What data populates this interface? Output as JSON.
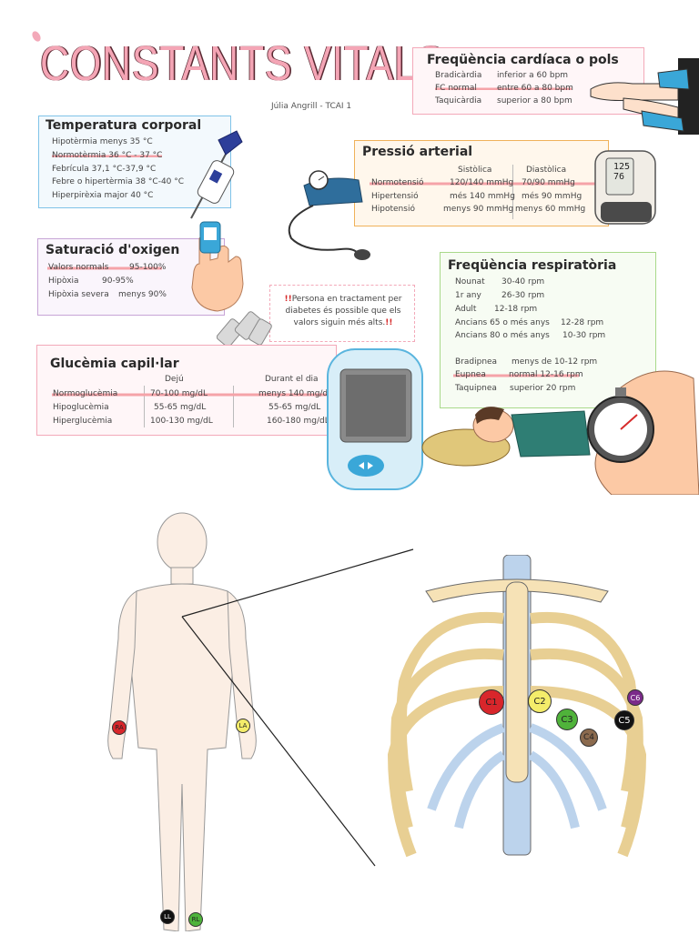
{
  "header": {
    "title": "CONSTANTS VITALS",
    "author": "Júlia Angrill - TCAI 1"
  },
  "colors": {
    "title_pink": "#f4a5b5",
    "highlight": "#f5a3a8",
    "blue_border": "#7fc3e8",
    "pink_border": "#f3a9b9",
    "orange_border": "#f0b25a",
    "green_border": "#a9d98a"
  },
  "heart_rate": {
    "title": "Freqüència cardíaca o pols",
    "rows": [
      {
        "label": "Bradicàrdia",
        "value": "inferior a 60 bpm"
      },
      {
        "label": "FC normal",
        "value": "entre 60 a 80 bpm"
      },
      {
        "label": "Taquicàrdia",
        "value": "superior a 80 bpm"
      }
    ]
  },
  "temperature": {
    "title": "Temperatura corporal",
    "rows": [
      "Hipotèrmia     menys 35 °C",
      "Normotèrmia   36 °C - 37 °C",
      "Febrícula   37,1 °C-37,9 °C",
      "Febre o hipertèrmia   38 °C-40 °C",
      "Hiperpirèxia    major 40 °C"
    ]
  },
  "blood_pressure": {
    "title": "Pressió arterial",
    "col_systolic": "Sistòlica",
    "col_diastolic": "Diastòlica",
    "rows": [
      {
        "label": "Normotensió",
        "sys": "120/140 mmHg",
        "dia": "70/90 mmHg"
      },
      {
        "label": "Hipertensió",
        "sys": "més 140 mmHg",
        "dia": "més 90 mmHg"
      },
      {
        "label": "Hipotensió",
        "sys": "menys 90 mmHg",
        "dia": "menys 60 mmHg"
      }
    ],
    "monitor_top": "125",
    "monitor_bottom": "76"
  },
  "oxygen": {
    "title": "Saturació d'oxigen",
    "rows": [
      {
        "label": "Valors normals",
        "value": "95-100%"
      },
      {
        "label": "Hipòxia",
        "value": "90-95%"
      },
      {
        "label": "Hipòxia severa",
        "value": "menys 90%"
      }
    ]
  },
  "diabetes_note": {
    "excl": "!!",
    "text": "Persona en tractament per diabetes és possible que els valors siguin més alts."
  },
  "glucose": {
    "title": "Glucèmia capil·lar",
    "col_fasting": "Dejú",
    "col_day": "Durant el dia",
    "rows": [
      {
        "label": "Normoglucèmia",
        "fasting": "70-100 mg/dL",
        "day": "menys 140 mg/dL"
      },
      {
        "label": "Hipoglucèmia",
        "fasting": "55-65 mg/dL",
        "day": "55-65 mg/dL"
      },
      {
        "label": "Hiperglucèmia",
        "fasting": "100-130 mg/dL",
        "day": "160-180 mg/dL"
      }
    ]
  },
  "respiratory": {
    "title": "Freqüència respiratòria",
    "ages": [
      {
        "label": "Nounat",
        "value": "30-40 rpm"
      },
      {
        "label": "1r any",
        "value": "26-30 rpm"
      },
      {
        "label": "Adult",
        "value": "12-18 rpm"
      },
      {
        "label": "Ancians 65 o més anys",
        "value": "12-28 rpm"
      },
      {
        "label": "Ancians 80 o més anys",
        "value": "10-30 rpm"
      }
    ],
    "types": [
      {
        "label": "Bradipnea",
        "value": "menys de 10-12 rpm"
      },
      {
        "label": "Eupnea",
        "value": "normal 12-16 rpm"
      },
      {
        "label": "Taquipnea",
        "value": "superior 20 rpm"
      }
    ]
  },
  "ecg": {
    "limb_leads": [
      {
        "label": "RA",
        "color": "#d8262b"
      },
      {
        "label": "LA",
        "color": "#f4ec6a"
      },
      {
        "label": "LL",
        "color": "#111111"
      },
      {
        "label": "RL",
        "color": "#4fb33a"
      }
    ],
    "chest_leads": [
      {
        "label": "C1",
        "color": "#d8262b"
      },
      {
        "label": "C2",
        "color": "#f4ec6a"
      },
      {
        "label": "C3",
        "color": "#4fb33a"
      },
      {
        "label": "C4",
        "color": "#8b6a4e"
      },
      {
        "label": "C5",
        "color": "#111111"
      },
      {
        "label": "C6",
        "color": "#7b2a8a"
      }
    ]
  }
}
